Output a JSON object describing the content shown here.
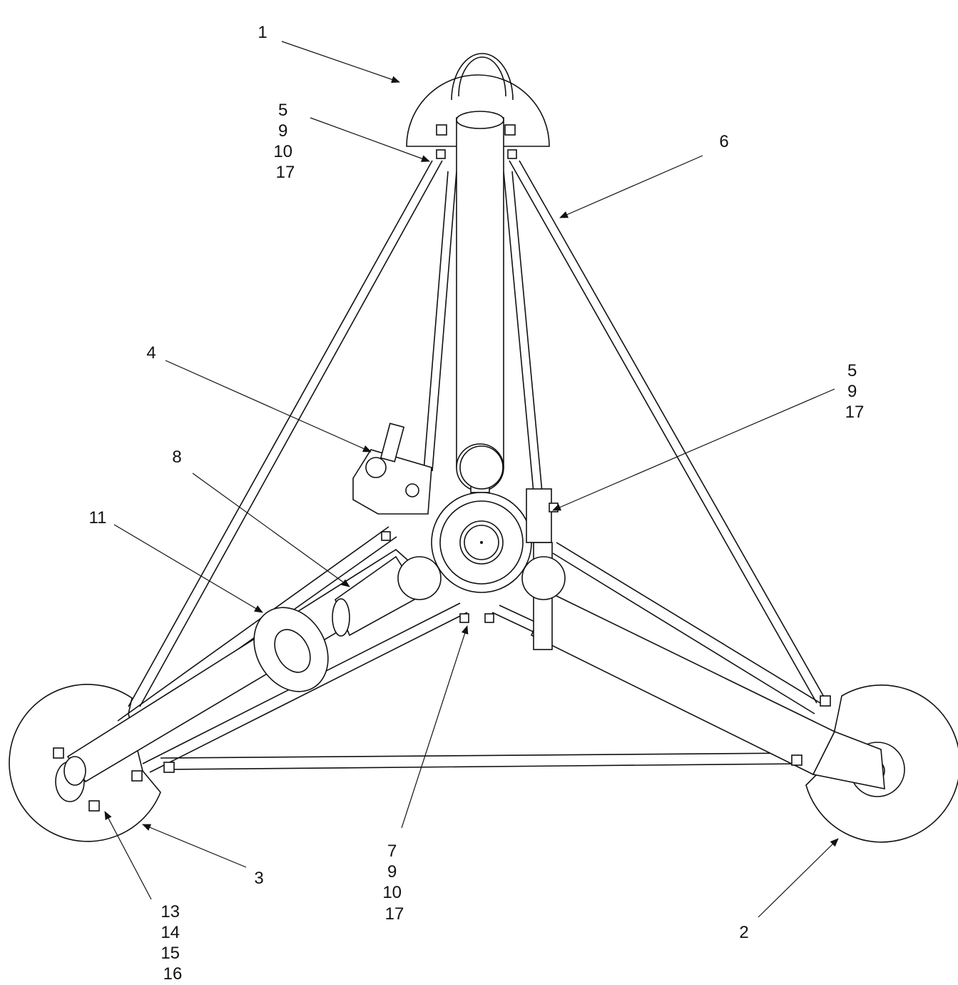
{
  "callouts": [
    {
      "id": "c1",
      "lines": [
        "1"
      ]
    },
    {
      "id": "c2",
      "lines": [
        "5",
        "9",
        "10",
        "17"
      ]
    },
    {
      "id": "c3",
      "lines": [
        "6"
      ]
    },
    {
      "id": "c4",
      "lines": [
        "4"
      ]
    },
    {
      "id": "c5",
      "lines": [
        "5",
        "9",
        "17"
      ]
    },
    {
      "id": "c6",
      "lines": [
        "8"
      ]
    },
    {
      "id": "c7",
      "lines": [
        "11"
      ]
    },
    {
      "id": "c8",
      "lines": [
        "7",
        "9",
        "10",
        "17"
      ]
    },
    {
      "id": "c9",
      "lines": [
        "3"
      ]
    },
    {
      "id": "c10",
      "lines": [
        "13",
        "14",
        "15",
        "16"
      ]
    },
    {
      "id": "c11",
      "lines": [
        "2"
      ]
    }
  ]
}
